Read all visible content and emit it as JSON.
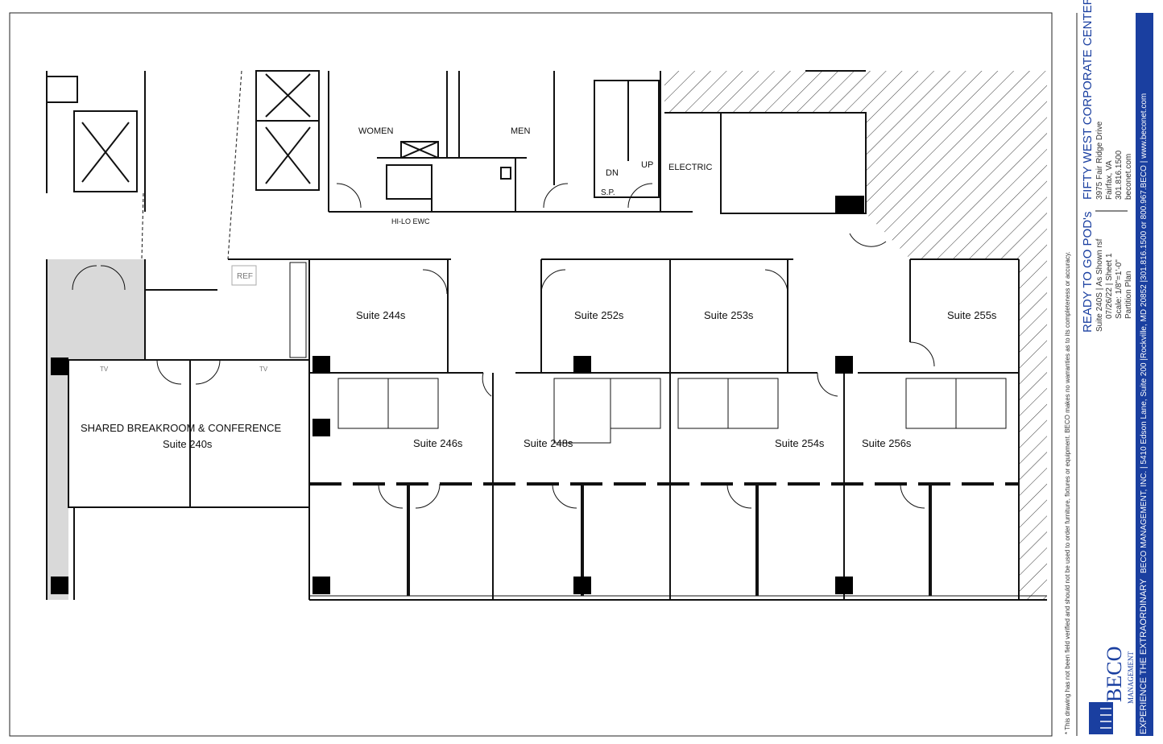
{
  "plan": {
    "rooms": {
      "women": "WOMEN",
      "men": "MEN",
      "hilo": "HI-LO EWC",
      "dn": "DN",
      "up": "UP",
      "sp": "S.P.",
      "electric": "ELECTRIC",
      "ref": "REF",
      "tv1": "TV",
      "tv2": "TV",
      "s244": "Suite 244s",
      "s252": "Suite 252s",
      "s253": "Suite 253s",
      "s255": "Suite 255s",
      "s246": "Suite 246s",
      "s248": "Suite 248s",
      "s254": "Suite 254s",
      "s256": "Suite 256s",
      "breakroom": "SHARED BREAKROOM & CONFERENCE",
      "s240": "Suite 240s"
    }
  },
  "disclaimer": "* This drawing has not been field verified and should not be used to order furniture, fixtures or equipment. BECO makes no warranties as to its completeness or accuracy.",
  "title_block": {
    "project": "READY TO GO POD's",
    "suite_line": "Suite 240S  |  As Shown rsf",
    "date_line": "07/26/22  |  Sheet 1",
    "scale": "Scale: 1/8\"=1'-0\"",
    "plan_type": "Partition Plan",
    "building": "FIFTY WEST CORPORATE CENTER",
    "address1": "3975 Fair Ridge Drive",
    "address2": "Fairfax, VA",
    "phone": "301.816.1500",
    "web": "beconet.com"
  },
  "logo": {
    "name": "BECO",
    "sub": "MANAGEMENT"
  },
  "footer_bar": {
    "tagline": "EXPERIENCE THE EXTRAORDINARY",
    "company": "BECO MANAGEMENT, INC. | 5410 Edson Lane, Suite 200 |Rockville, MD 20852 |301.816.1500 or 800.967.BECO | www.beconet.com"
  },
  "colors": {
    "brand_blue": "#1a3fa0",
    "wall": "#111111",
    "shade": "#d9d9d9"
  }
}
